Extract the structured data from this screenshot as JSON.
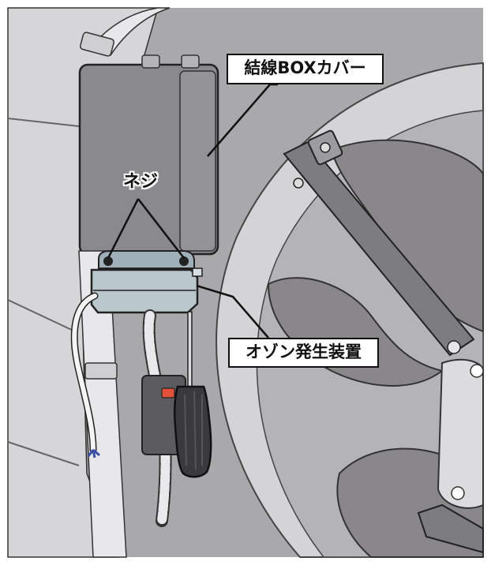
{
  "labels": {
    "box_cover": "結線BOXカバー",
    "screw": "ネジ",
    "ozone_device": "オゾン発生装置"
  },
  "colors": {
    "background": "#a9a9ac",
    "panel_light": "#d9d9dc",
    "housing": "#8a8a8e",
    "fan_blade": "#8a878b",
    "ozone_device": "#b9c7cd",
    "outline": "#1a1a1a",
    "frame": "#c9c9cc"
  },
  "icons": {
    "screwdriver": "screwdriver-icon",
    "switch_led": "indicator-led-icon"
  }
}
